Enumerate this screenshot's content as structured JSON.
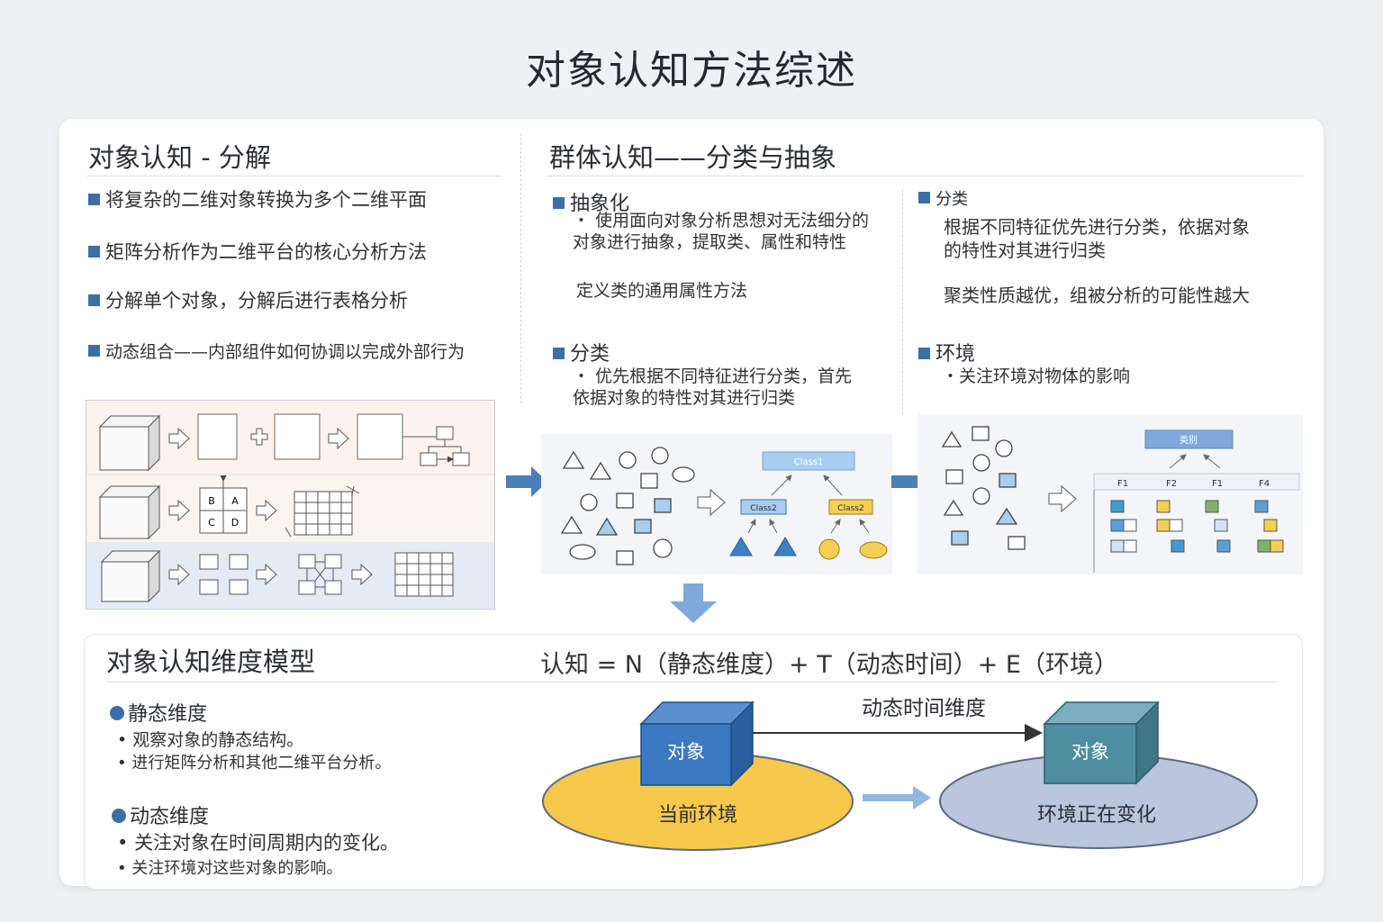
{
  "title": "对象认知方法综述",
  "left_section": {
    "title": "对象认知 - 分解",
    "bullets": [
      "将复杂的二维对象转换为多个二维平面",
      "矩阵分析作为二维平台的核心分析方法",
      "分解单个对象，分解后进行表格分析",
      "动态组合——内部组件如何协调以完成外部行为"
    ],
    "diagram": {
      "cell_labels": [
        "B",
        "A",
        "C",
        "D"
      ]
    }
  },
  "group_section": {
    "title": "群体认知——分类与抽象",
    "abstraction": {
      "heading": "抽象化",
      "line1": "・ 使用面向对象分析思想对无法细分的",
      "line2": "对象进行抽象，提取类、属性和特性",
      "line3": "定义类的通用属性方法"
    },
    "classification_left": {
      "heading": "分类",
      "line1": "・ 优先根据不同特征进行分类，首先",
      "line2": "依据对象的特性对其进行归类"
    },
    "classification_right": {
      "heading": "分类",
      "line1": "根据不同特征优先进行分类，依据对象",
      "line2": "的特性对其进行归类",
      "line3": "聚类性质越优，组被分析的可能性越大"
    },
    "environment": {
      "heading": "环境",
      "line1": "・关注环境对物体的影响"
    },
    "class_diagram": {
      "root": "Class1",
      "child1": "Class2",
      "child2": "Class2"
    },
    "table_diagram": {
      "root": "类别",
      "columns": [
        "F1",
        "F2",
        "F1",
        "F4"
      ]
    }
  },
  "model_section": {
    "title": "对象认知维度模型",
    "formula": "认知 = N（静态维度）+ T（动态时间）+ E（环境）",
    "static": {
      "heading": "静态维度",
      "items": [
        "观察对象的静态结构。",
        "进行矩阵分析和其他二维平台分析。"
      ]
    },
    "dynamic": {
      "heading": "动态维度",
      "items": [
        "关注对象在时间周期内的变化。",
        "关注环境对这些对象的影响。"
      ]
    },
    "time_label": "动态时间维度",
    "object_label_1": "对象",
    "object_label_2": "对象",
    "env_label_1": "当前环境",
    "env_label_2": "环境正在变化"
  },
  "colors": {
    "accent_blue": "#3d6ea8",
    "class_blue": "#a9cdef",
    "class_yellow": "#f5cf54",
    "arrow_blue": "#4a7fba",
    "cube_blue": "#3a78c2",
    "cube_teal": "#4f8ea0",
    "env_yellow": "#f6c94a",
    "env_grey_blue": "#b9c6de"
  }
}
